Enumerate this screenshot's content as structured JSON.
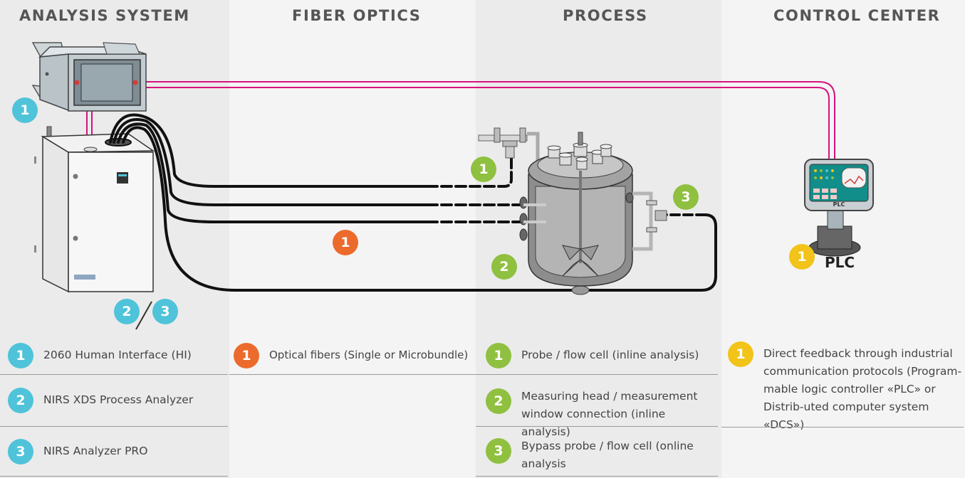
{
  "headings": {
    "analysis": "ANALYSIS SYSTEM",
    "fiber": "FIBER OPTICS",
    "process": "PROCESS",
    "control": "CONTROL CENTER"
  },
  "colors": {
    "blue": "#4fc3d9",
    "orange": "#ec6a2c",
    "green": "#8fc03f",
    "yellow": "#f2c318",
    "signal_line": "#d6127e"
  },
  "diagram": {
    "badges": {
      "hi": "1",
      "analyzer_a": "2",
      "analyzer_b": "3",
      "fiber": "1",
      "probe": "1",
      "head": "2",
      "bypass": "3",
      "plc": "1"
    },
    "plc_label": "PLC",
    "plc_screen_label": "PLC"
  },
  "legend": {
    "analysis": [
      {
        "num": "1",
        "text": "2060 Human Interface (HI)"
      },
      {
        "num": "2",
        "text": "NIRS XDS Process Analyzer"
      },
      {
        "num": "3",
        "text": "NIRS Analyzer PRO"
      }
    ],
    "fiber": [
      {
        "num": "1",
        "text": "Optical fibers (Single or Microbundle)"
      }
    ],
    "process": [
      {
        "num": "1",
        "text": "Probe / flow cell (inline analysis)"
      },
      {
        "num": "2",
        "text": "Measuring head / measurement window connection (inline analysis)"
      },
      {
        "num": "3",
        "text": "Bypass probe / flow cell (online analysis"
      }
    ],
    "control": [
      {
        "num": "1",
        "text": "Direct feedback through industrial communication protocols (Program-mable logic controller «PLC» or Distrib-uted computer system «DCS»)"
      }
    ]
  }
}
